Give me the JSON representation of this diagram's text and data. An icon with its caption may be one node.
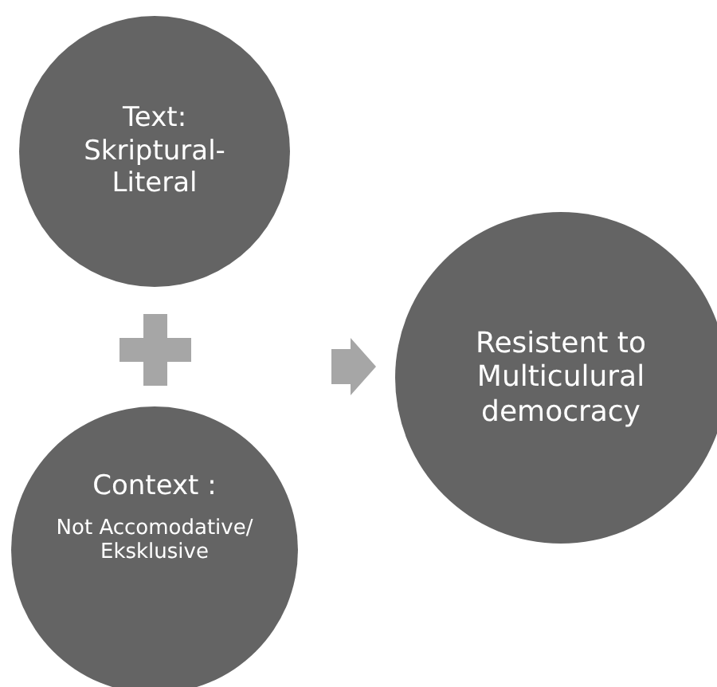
{
  "diagram": {
    "nodes": [
      {
        "text": [
          "Text: Skriptural- Literal"
        ]
      },
      {
        "text": [
          "Context :",
          "Not Accomodative/ Eksklusive"
        ]
      },
      {
        "text": [
          "Resistent to Multiculural democracy"
        ]
      }
    ],
    "edges": [
      {
        "from": 0,
        "to": 2,
        "arrow": "to",
        "style": "thick"
      },
      {
        "from": 1,
        "to": 2,
        "arrow": "to",
        "style": "thick"
      }
    ]
  }
}
